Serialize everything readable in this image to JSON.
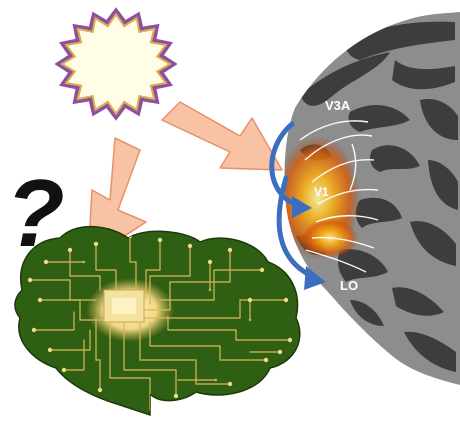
{
  "question_mark": "?",
  "area_labels": {
    "v3a": "V3A",
    "v1": "V1",
    "lo": "LO"
  },
  "colors": {
    "sun_fill": "#fffde8",
    "sun_stroke_outer": "#8e4fa3",
    "sun_stroke_inner": "#d9b24a",
    "arrow_fill": "#f7c3a4",
    "arrow_stroke": "#e8906a",
    "cortex_dark": "#3a3a3a",
    "cortex_light": "#8a8a8a",
    "activation": "#e56b10",
    "flow_arrow": "#3c6ec0",
    "circuit_green": "#2f5f12",
    "circuit_gold": "#d9b95a"
  }
}
